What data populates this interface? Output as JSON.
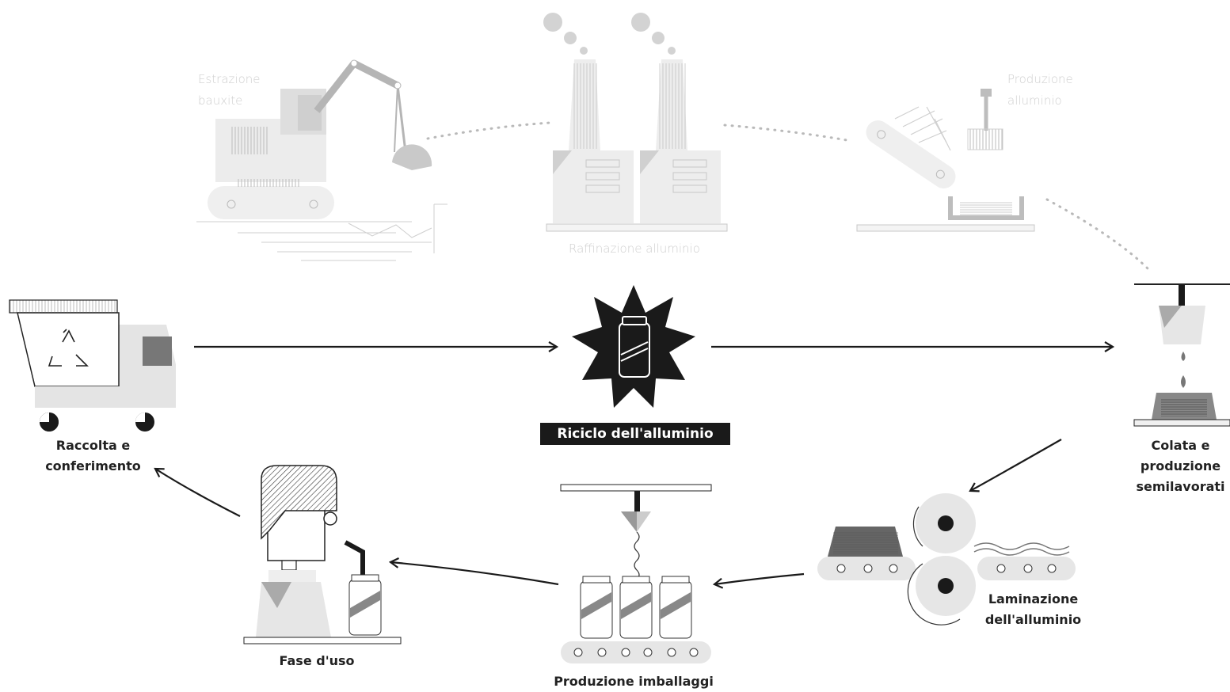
{
  "labels": {
    "estrazione": "Estrazione\nbauxite",
    "raffinazione": "Raffinazione alluminio",
    "produzione_alluminio": "Produzione\nalluminio",
    "raccolta": "Raccolta e\nconferimento",
    "riciclo": "Riciclo dell'alluminio",
    "colata": "Colata e\nproduzione\nsemilavorati",
    "laminazione": "Laminazione\ndell'alluminio",
    "fase_uso": "Fase d'uso",
    "produzione_imballaggi": "Produzione imballaggi"
  },
  "colors": {
    "faded": "#e6e6e6",
    "faded_dark": "#cccccc",
    "dark": "#1a1a1a",
    "mid": "#777777",
    "light": "#e8e8e8"
  },
  "icons": [
    "excavator-icon",
    "factory-icon",
    "conveyor-icon",
    "casting-icon",
    "truck-icon",
    "recycle-icon",
    "starburst-icon",
    "rolling-mill-icon",
    "packaging-line-icon",
    "person-drinking-icon"
  ]
}
